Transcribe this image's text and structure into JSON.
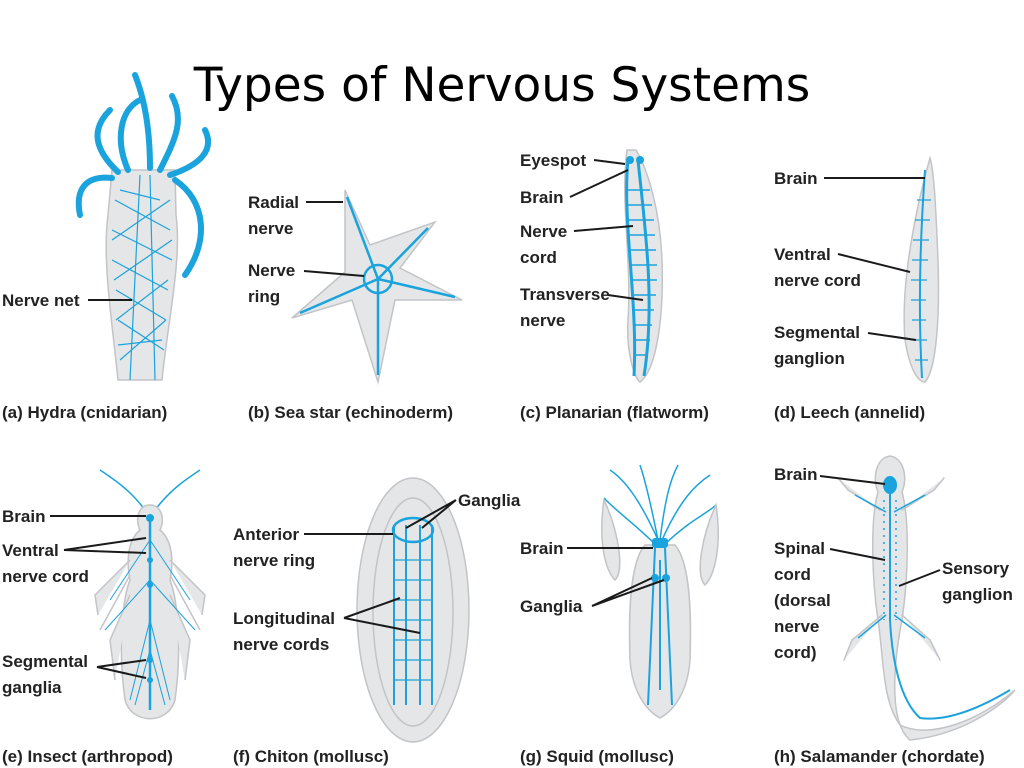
{
  "title": "Types of Nervous Systems",
  "colors": {
    "nerve": "#1aa3dc",
    "body": "#e5e6e8",
    "text": "#222222"
  },
  "panels": {
    "a": {
      "caption": "(a) Hydra (cnidarian)",
      "labels": [
        "Nerve net"
      ]
    },
    "b": {
      "caption": "(b) Sea star (echinoderm)",
      "labels": [
        "Radial",
        "nerve",
        "Nerve",
        "ring"
      ]
    },
    "c": {
      "caption": "(c) Planarian (flatworm)",
      "labels": [
        "Eyespot",
        "Brain",
        "Nerve",
        "cord",
        "Transverse",
        "nerve"
      ]
    },
    "d": {
      "caption": "(d) Leech (annelid)",
      "labels": [
        "Brain",
        "Ventral",
        "nerve cord",
        "Segmental",
        "ganglion"
      ]
    },
    "e": {
      "caption": "(e) Insect (arthropod)",
      "labels": [
        "Brain",
        "Ventral",
        "nerve cord",
        "Segmental",
        "ganglia"
      ]
    },
    "f": {
      "caption": "(f) Chiton (mollusc)",
      "labels": [
        "Ganglia",
        "Anterior",
        "nerve ring",
        "Longitudinal",
        "nerve cords"
      ]
    },
    "g": {
      "caption": "(g) Squid (mollusc)",
      "labels": [
        "Brain",
        "Ganglia"
      ]
    },
    "h": {
      "caption": "(h) Salamander (chordate)",
      "labels": [
        "Brain",
        "Spinal",
        "cord",
        "(dorsal",
        "nerve",
        "cord)",
        "Sensory",
        "ganglion"
      ]
    }
  }
}
